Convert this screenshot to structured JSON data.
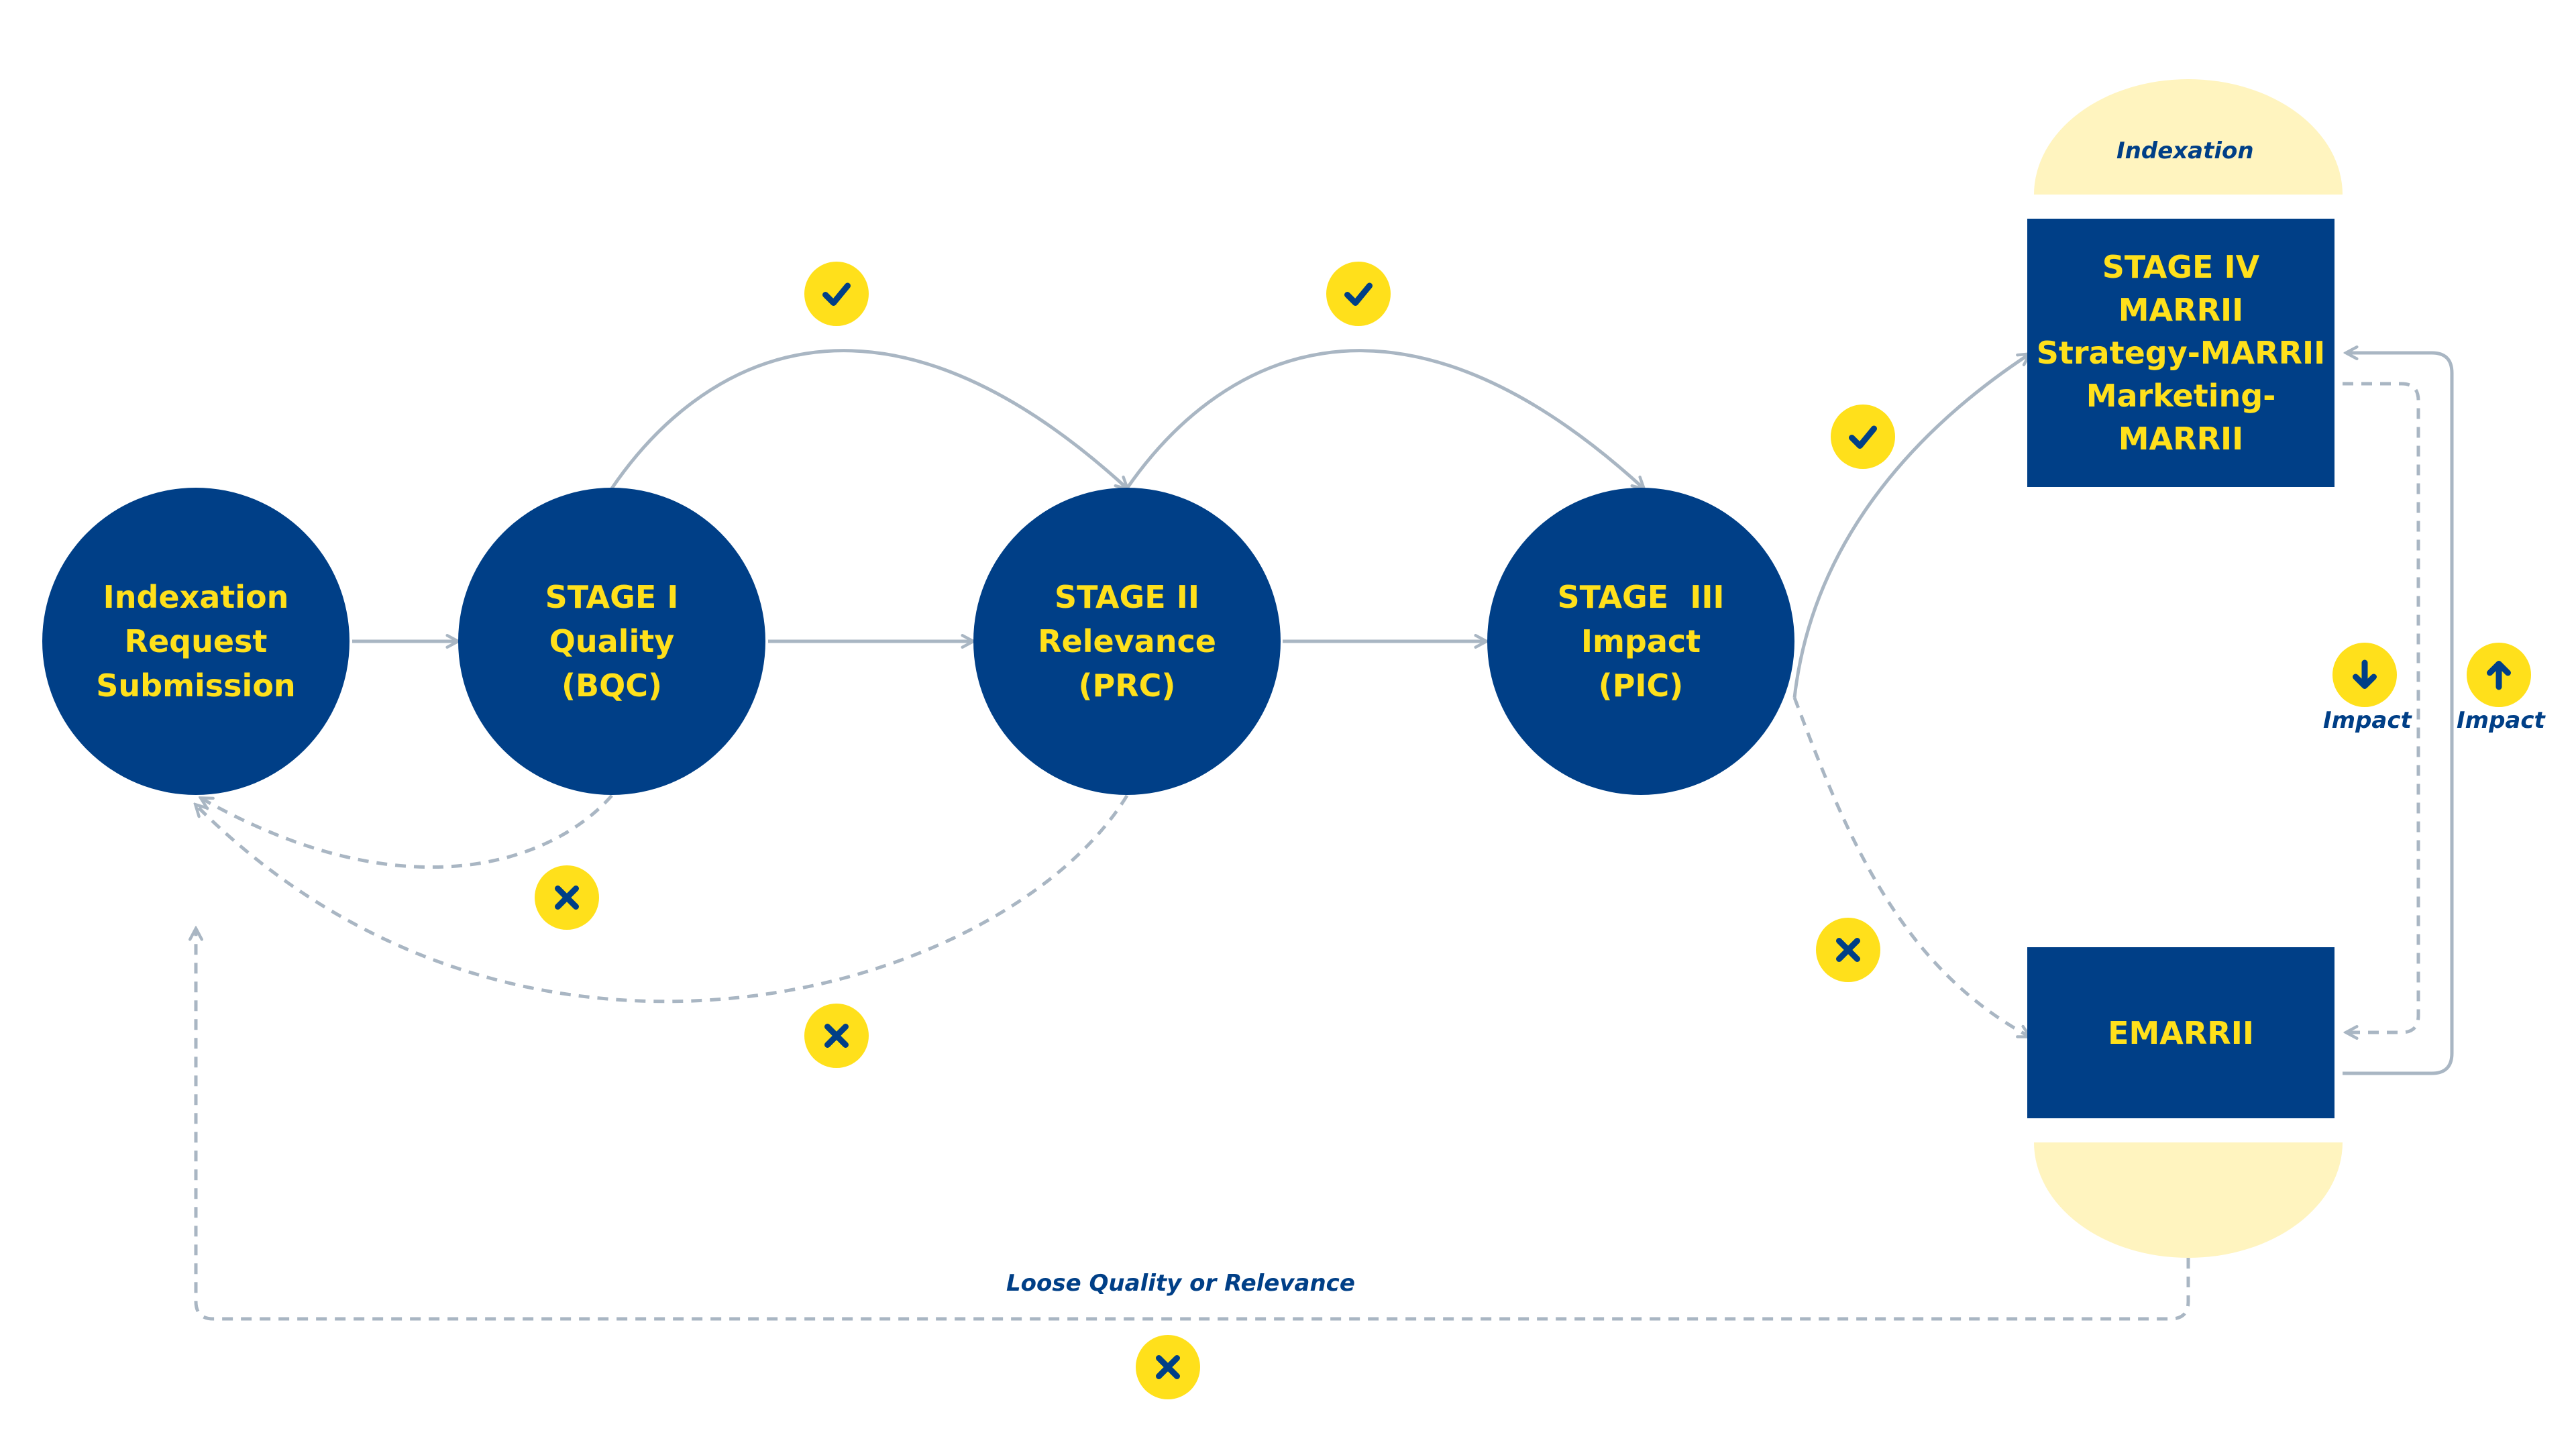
{
  "nodes": {
    "submission": {
      "lines": [
        "Indexation",
        "Request",
        "Submission"
      ]
    },
    "stage1": {
      "lines": [
        "STAGE I",
        "Quality",
        "(BQC)"
      ]
    },
    "stage2": {
      "lines": [
        "STAGE II",
        "Relevance",
        "(PRC)"
      ]
    },
    "stage3": {
      "lines": [
        "STAGE  III",
        "Impact",
        "(PIC)"
      ]
    },
    "stage4": {
      "lines": [
        "STAGE IV",
        "MARRII",
        "Strategy-MARRII",
        "Marketing-MARRII"
      ]
    },
    "emarrii": {
      "lines": [
        "EMARRII"
      ]
    }
  },
  "labels": {
    "indexation": "Indexation",
    "impact_down": "Impact",
    "impact_up": "Impact",
    "loose": "Loose Quality or Relevance"
  },
  "icons": {
    "pass": "check-icon",
    "fail": "close-icon",
    "down": "arrow-down-icon",
    "up": "arrow-up-icon"
  },
  "colors": {
    "node": "#003f87",
    "node_text": "#ffe01b",
    "badge": "#ffe01b",
    "cap": "#fff4bf",
    "connector": "#a9b6c3",
    "label": "#003f87"
  }
}
